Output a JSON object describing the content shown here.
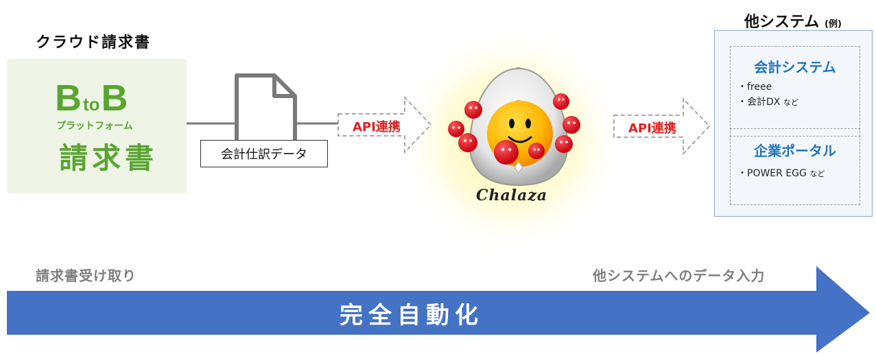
{
  "left": {
    "heading": "クラウド請求書",
    "logo": {
      "b1": "B",
      "to": "to",
      "b2": "B",
      "sub": "プラットフォーム",
      "main": "請求書"
    }
  },
  "document": {
    "label": "会計仕訳データ"
  },
  "api": {
    "left_label": "API連携",
    "right_label": "API連携"
  },
  "center": {
    "name": "Chalaza"
  },
  "right": {
    "heading": "他システム",
    "heading_note": "(例)",
    "boxes": [
      {
        "title": "会計システム",
        "items": [
          {
            "bullet": "・",
            "text": "freee",
            "suffix": ""
          },
          {
            "bullet": "・",
            "text": "会計DX",
            "suffix": "など"
          }
        ]
      },
      {
        "title": "企業ポータル",
        "items": [
          {
            "bullet": "・",
            "text": "POWER EGG",
            "suffix": "など"
          }
        ]
      }
    ]
  },
  "bottom": {
    "left_label": "請求書受け取り",
    "right_label": "他システムへのデータ入力",
    "arrow_label": "完全自動化"
  },
  "colors": {
    "brand_green": "#5aa532",
    "api_red": "#e02020",
    "arrow_blue": "#4472c4",
    "system_blue": "#1f74c0",
    "glow_yellow": "#fff6a8"
  }
}
